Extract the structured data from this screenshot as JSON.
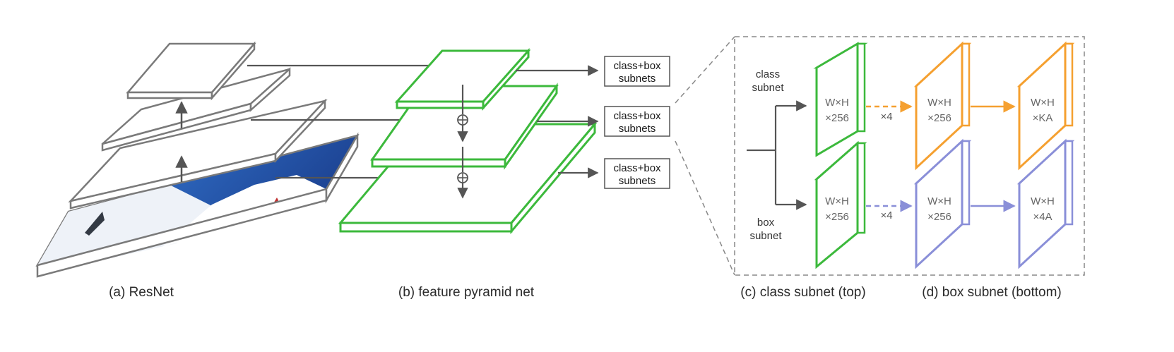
{
  "captions": {
    "resnet": "(a) ResNet",
    "fpn": "(b) feature pyramid net",
    "class_subnet": "(c) class subnet (top)",
    "box_subnet": "(d) box subnet (bottom)"
  },
  "subnet_boxes": [
    {
      "line1": "class+box",
      "line2": "subnets"
    },
    {
      "line1": "class+box",
      "line2": "subnets"
    },
    {
      "line1": "class+box",
      "line2": "subnets"
    }
  ],
  "subnet_detail": {
    "class_label": [
      "class",
      "subnet"
    ],
    "box_label": [
      "box",
      "subnet"
    ],
    "class_tensors": [
      {
        "line1": "W×H",
        "line2": "×256"
      },
      {
        "line1": "W×H",
        "line2": "×256"
      },
      {
        "line1": "W×H",
        "line2": "×KA"
      }
    ],
    "box_tensors": [
      {
        "line1": "W×H",
        "line2": "×256"
      },
      {
        "line1": "W×H",
        "line2": "×256"
      },
      {
        "line1": "W×H",
        "line2": "×4A"
      }
    ],
    "repeat_class": "×4",
    "repeat_box": "×4"
  },
  "colors": {
    "resnet_gray": "#7a7a7a",
    "fpn_green": "#3cb93c",
    "class_orange": "#f5a030",
    "box_purple": "#8a8fd8",
    "arrow_gray": "#555555"
  }
}
